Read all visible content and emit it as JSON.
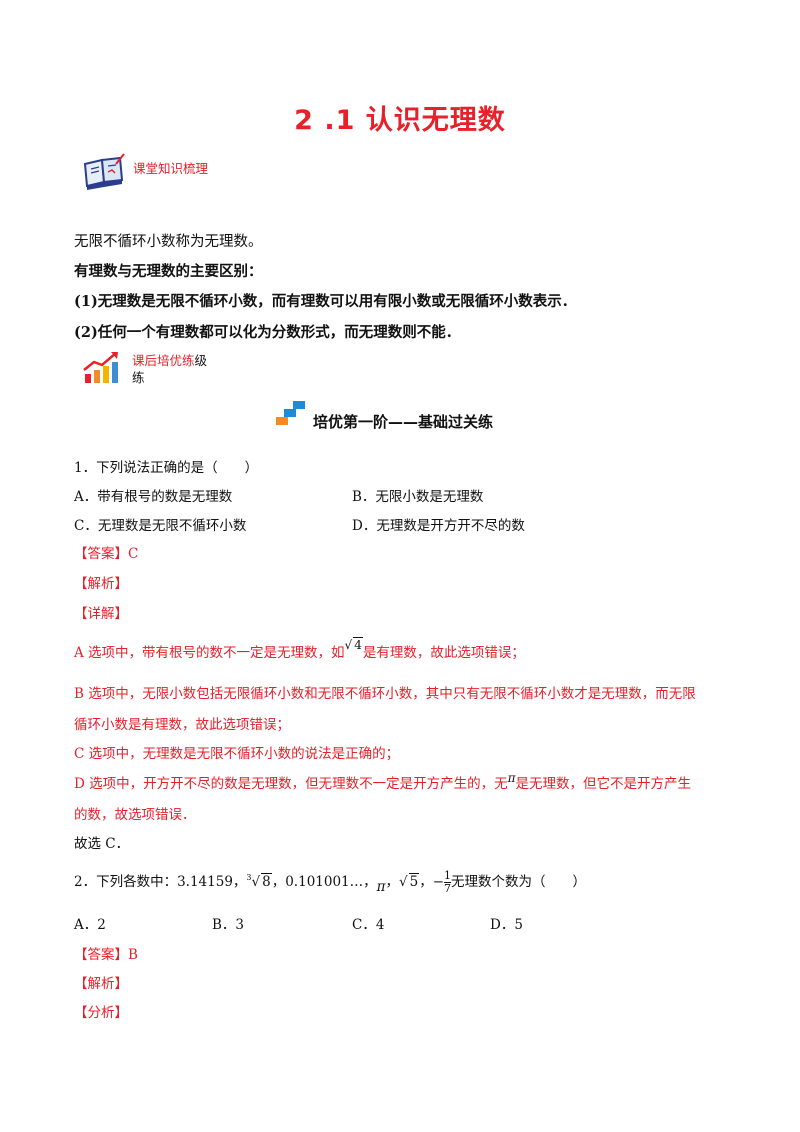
{
  "title": "2 .1  认识无理数",
  "section1": {
    "label": "课堂知识梳理",
    "icon": "book-icon"
  },
  "knowledge": {
    "line1": "无限不循环小数称为无理数。",
    "line2": "有理数与无理数的主要区别：",
    "line3": "(1)无理数是无限不循环小数，而有理数可以用有限小数或无限循环小数表示．",
    "line4": "(2)任何一个有理数都可以化为分数形式，而无理数则不能．"
  },
  "section2": {
    "label_red": "课后培优练",
    "label_black": "级",
    "label_line2": "练",
    "icon": "growth-chart-icon"
  },
  "stage": {
    "title": "培优第一阶——基础过关练",
    "icon": "steps-icon"
  },
  "q1": {
    "stem": "1．下列说法正确的是（　　）",
    "options": [
      "A．带有根号的数是无理数",
      "B．无限小数是无理数",
      "C．无理数是无限不循环小数",
      "D．无理数是开方开不尽的数"
    ],
    "answer_tag": "【答案】",
    "answer": "C",
    "analysis_tag": "【解析】",
    "detail_tag": "【详解】",
    "a_pre": "A 选项中，带有根号的数不一定是无理数，如",
    "a_radicand": "4",
    "a_post": "是有理数，故此选项错误；",
    "b_line1": "B 选项中，无限小数包括无限循环小数和无限不循环小数，其中只有无限不循环小数才是无理数，而无限",
    "b_line2": "循环小数是有理数，故此选项错误；",
    "c_line": "C 选项中，无理数是无限不循环小数的说法是正确的；",
    "d_pre": "D 选项中，开方开不尽的数是无理数，但无理数不一定是开方产生的，无",
    "d_pi": "π",
    "d_post": "是无理数，但它不是开方产生",
    "d_line2": "的数，故选项错误．",
    "conclusion": "故选 C．"
  },
  "q2": {
    "stem_pre": "2．下列各数中：3.14159，",
    "cbrt_index": "3",
    "cbrt_radicand": "8",
    "sep1": "，0.101001…，",
    "pi": "π",
    "sep2": "，",
    "sqrt_radicand": "5",
    "sep3": "，",
    "neg": "−",
    "frac_num": "1",
    "frac_den": "7",
    "stem_post": "无理数个数为（　　）",
    "options": [
      "A．2",
      "B．3",
      "C．4",
      "D．5"
    ],
    "answer_tag": "【答案】",
    "answer": "B",
    "analysis_tag": "【解析】",
    "analysis2_tag": "【分析】"
  }
}
